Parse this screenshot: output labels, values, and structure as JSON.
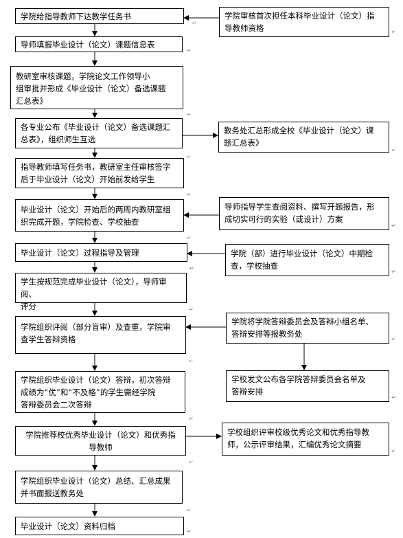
{
  "flow": {
    "main": [
      "学院给指导教师下达教学任务书",
      "导师填报毕业设计（论文）课题信息表",
      "教研室审核课题，学院论文工作领导小\n组审批并形成《毕业设计（论文）备选课题\n汇总表》",
      "各专业公布《毕业设计（论文）备选课题汇\n总表》，组织师生互选",
      "指导教师填写任务书，教研室主任审核签字\n后于毕业设计（论文）开始前发给学生",
      "毕业设计（论文）开始后的两周内教研室组\n织完成开题，学院检查、学校抽查",
      "毕业设计（论文）过程指导及管理",
      "学生按规范完成毕业设计（论文），导师审阅、\n评分",
      "学院组织评阅（部分盲审）及查重，学院审\n查学生答辩资格",
      "学院组织毕业设计（论文）答辩，初次答辩\n成绩为“优”和“不及格”的学生需经学院\n答辩委员会二次答辩",
      "学院推荐校优秀毕业设计（论文）和优秀指\n导教师",
      "学院组织毕业设计（论文）总结、汇总成果\n并书面报送教务处",
      "毕业设计（论文）资料归档"
    ],
    "side": [
      "学院审核首次担任本科毕业设计（论文）指\n导教师资格",
      "教务处汇总形成全校《毕业设计（论文）课\n题汇总表》",
      "导师指导学生查阅资料、撰写开题报告，形\n成切实可行的实验（或设计）方案",
      "学院（部）进行毕业设计（论文）中期检\n查，学校抽查",
      "学院将学院答辩委员会及答辩小组名单、\n答辩安排等报教务处",
      "学校发文公布各学院答辩委员会名单及\n答辩安排",
      "学校组织评审校级优秀论文和优秀指导教\n师，公示评审结果，汇编优秀论文摘要"
    ],
    "return_mark": "↵"
  }
}
